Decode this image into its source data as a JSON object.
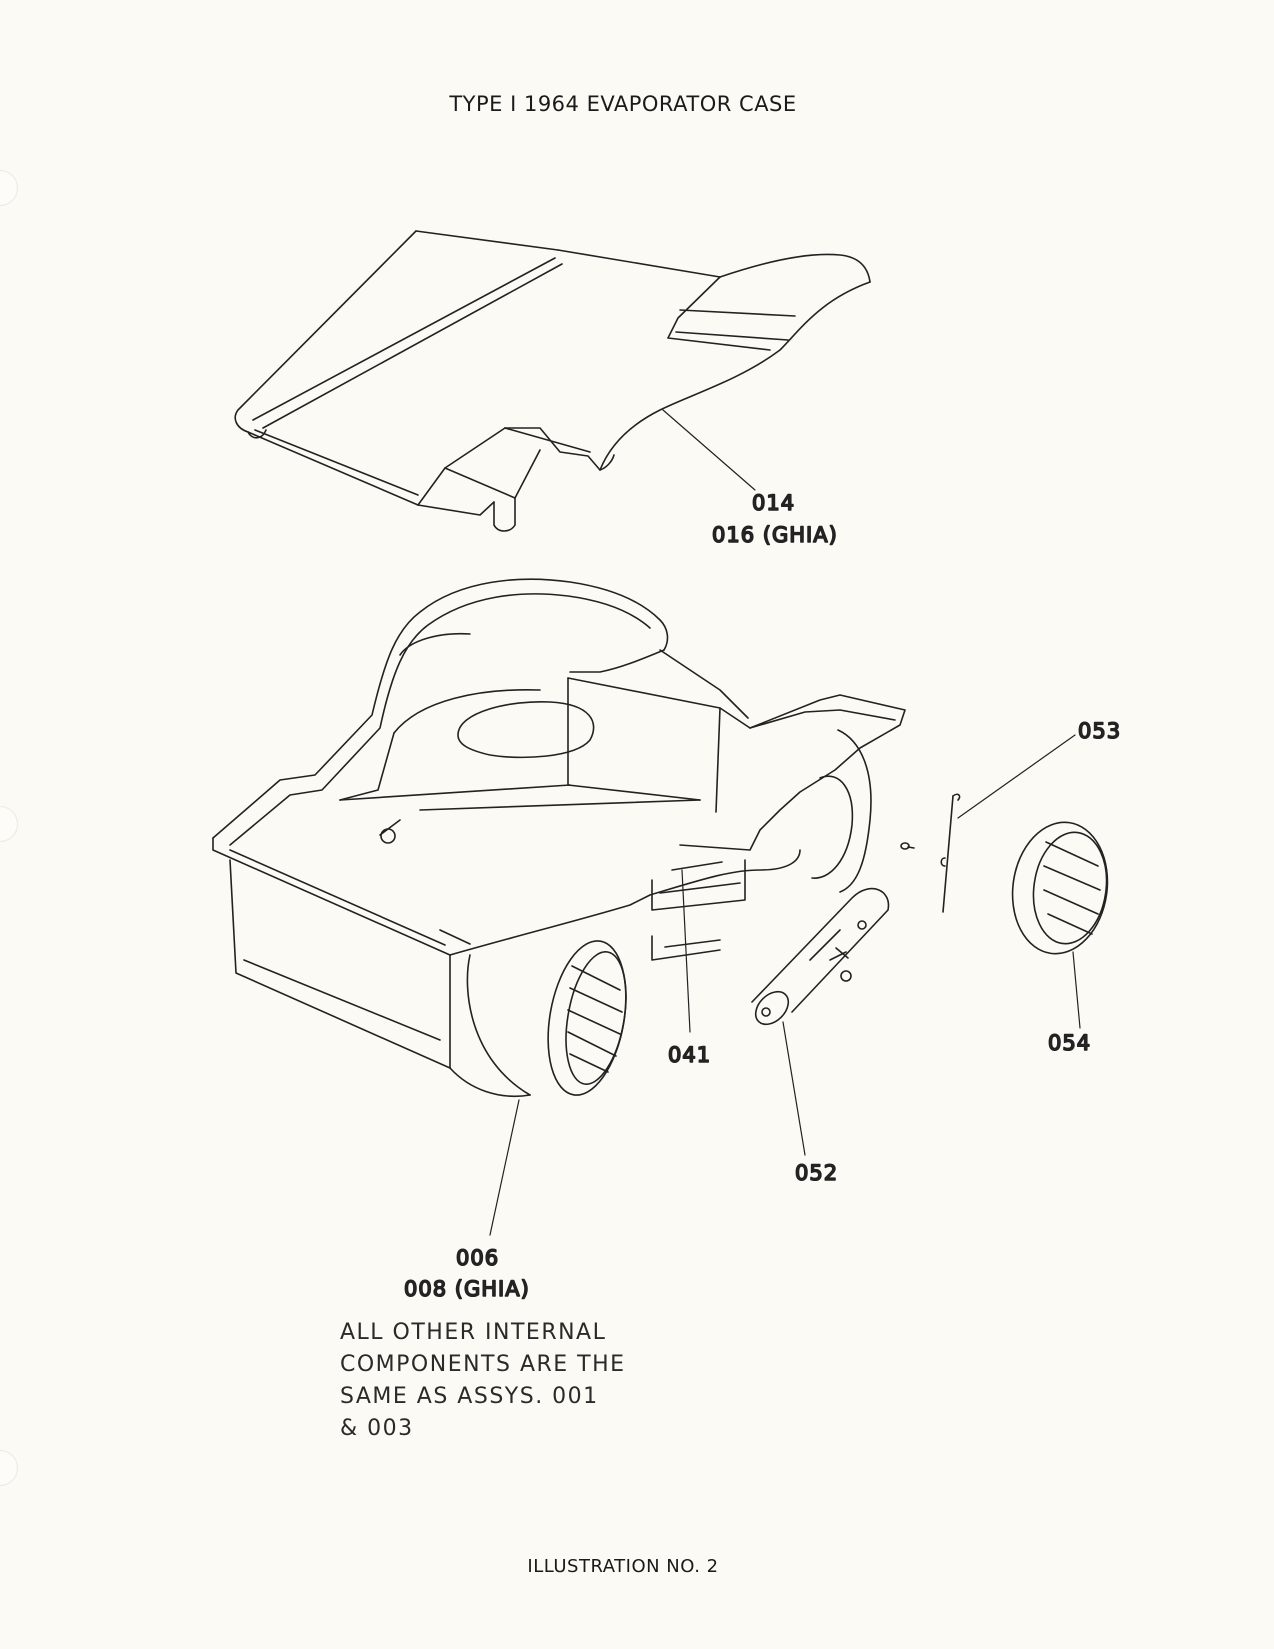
{
  "title": "TYPE I   1964 EVAPORATOR CASE",
  "callouts": {
    "c014": "014",
    "c016": "016 (GHIA)",
    "c053": "053",
    "c041": "041",
    "c054": "054",
    "c052": "052",
    "c006": "006",
    "c008": "008 (GHIA)"
  },
  "note_lines": [
    "ALL OTHER INTERNAL",
    "COMPONENTS ARE THE",
    "SAME AS ASSYS. 001",
    "& 003"
  ],
  "footer": "ILLUSTRATION NO. 2"
}
